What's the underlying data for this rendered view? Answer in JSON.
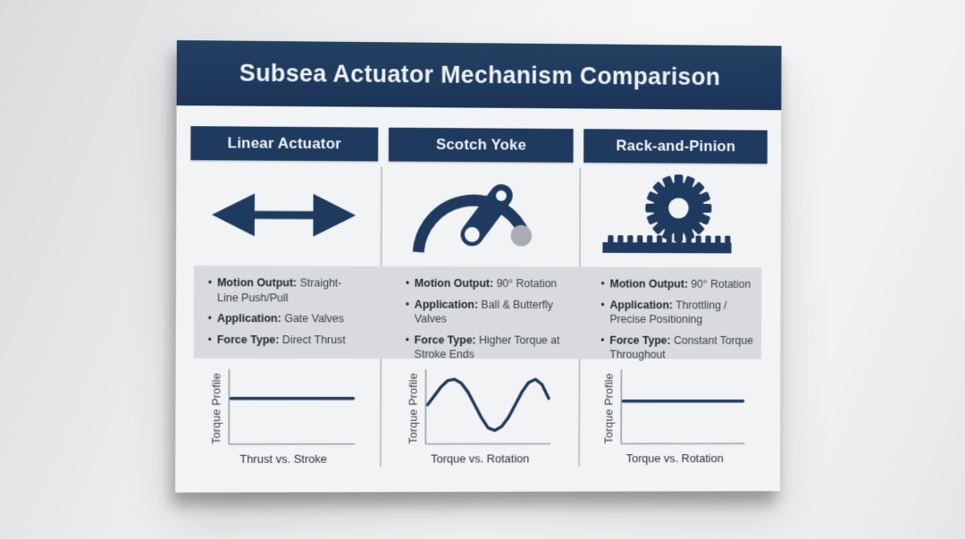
{
  "poster": {
    "title": "Subsea Actuator Mechanism Comparison",
    "bullet_marker": "•"
  },
  "columns": [
    {
      "header": "Linear Actuator",
      "icon": "double-headed-arrow",
      "bullets": [
        {
          "label": "Motion Output:",
          "value": "Straight-Line Push/Pull"
        },
        {
          "label": "Application:",
          "value": "Gate Valves"
        },
        {
          "label": "Force Type:",
          "value": "Direct Thrust"
        }
      ]
    },
    {
      "header": "Scotch Yoke",
      "icon": "gauge-arc-with-crank",
      "bullets": [
        {
          "label": "Motion Output:",
          "value": "90° Rotation"
        },
        {
          "label": "Application:",
          "value": "Ball & Butterfly Valves"
        },
        {
          "label": "Force Type:",
          "value": "Higher Torque at Stroke Ends"
        }
      ]
    },
    {
      "header": "Rack-and-Pinion",
      "icon": "pinion-gear-on-rack",
      "bullets": [
        {
          "label": "Motion Output:",
          "value": "90° Rotation"
        },
        {
          "label": "Application:",
          "value": "Throttling / Precise Positioning"
        },
        {
          "label": "Force Type:",
          "value": "Constant Torque Throughout"
        }
      ]
    }
  ],
  "chart_data": [
    {
      "type": "line",
      "title": "Linear Actuator torque profile",
      "xlabel": "Thrust vs. Stroke",
      "ylabel": "Torque Profile",
      "x_range": [
        0,
        1
      ],
      "y_range": [
        0,
        1
      ],
      "grid": false,
      "legend": "none",
      "shape": "constant flat line (uniform direct thrust over full stroke)",
      "values": [
        0.6,
        0.6
      ]
    },
    {
      "type": "line",
      "title": "Scotch Yoke torque profile",
      "xlabel": "Torque vs. Rotation",
      "ylabel": "Torque Profile",
      "x_range": [
        0,
        1
      ],
      "y_range": [
        0,
        1
      ],
      "grid": false,
      "legend": "none",
      "shape": "sinusoidal wave: torque peaks near both stroke ends, minimum at mid-rotation",
      "values": [
        0.5,
        0.64,
        0.78,
        0.88,
        0.9,
        0.84,
        0.7,
        0.5,
        0.3,
        0.14,
        0.1,
        0.16,
        0.3,
        0.5,
        0.7,
        0.85,
        0.9,
        0.82,
        0.6
      ]
    },
    {
      "type": "line",
      "title": "Rack-and-Pinion torque profile",
      "xlabel": "Torque vs. Rotation",
      "ylabel": "Torque Profile",
      "x_range": [
        0,
        1
      ],
      "y_range": [
        0,
        1
      ],
      "grid": false,
      "legend": "none",
      "shape": "constant flat line (constant torque throughout rotation)",
      "values": [
        0.56,
        0.56
      ]
    }
  ],
  "colors": {
    "navy": "#1e3a5f",
    "card_background": "#f2f3f5",
    "bullet_band_background": "#d8dade",
    "axis_gray": "#9ba0a6",
    "divider_gray": "#c2c5ca",
    "crank_roller_gray": "#a8acb3",
    "title_text": "#eef1f5",
    "body_text": "#3a3f47"
  }
}
